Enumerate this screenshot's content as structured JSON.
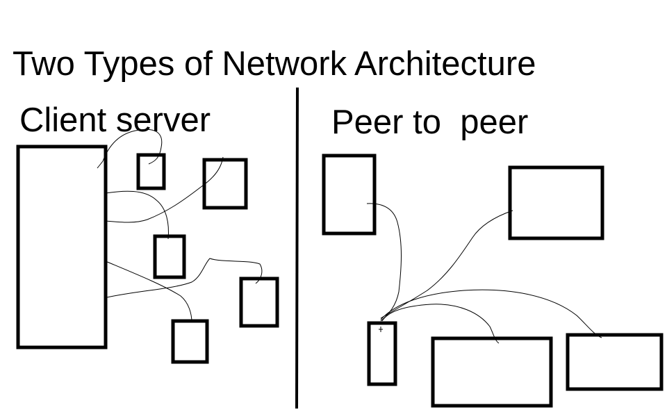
{
  "diagram": {
    "title": "Two Types of Network Architecture",
    "sections": [
      {
        "label": "Client server"
      },
      {
        "label": "Peer to  peer"
      }
    ]
  },
  "colors": {
    "ink": "#000000",
    "background": "#ffffff"
  }
}
